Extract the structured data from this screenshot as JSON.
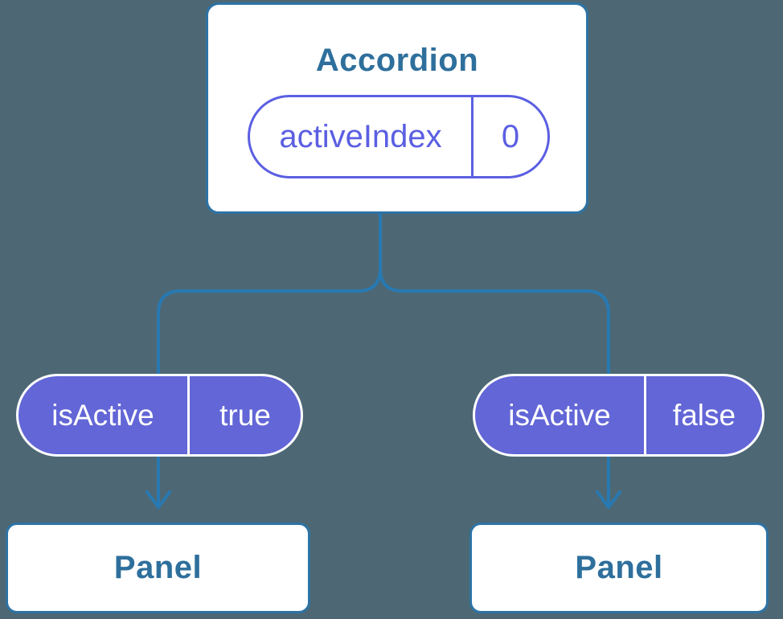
{
  "colors": {
    "background": "#4d6874",
    "line_blue": "#2879b2",
    "card_border": "#2d73a6",
    "text_blue": "#2e6f9c",
    "pill_fill": "#6266d6",
    "pill_outline": "#5b5fe2",
    "card_bg": "#ffffff",
    "pill_text": "#ffffff"
  },
  "root_card": {
    "title": "Accordion",
    "state_pill": {
      "name": "activeIndex",
      "value": "0"
    }
  },
  "children": [
    {
      "prop_pill": {
        "name": "isActive",
        "value": "true"
      },
      "panel": {
        "label": "Panel"
      }
    },
    {
      "prop_pill": {
        "name": "isActive",
        "value": "false"
      },
      "panel": {
        "label": "Panel"
      }
    }
  ]
}
